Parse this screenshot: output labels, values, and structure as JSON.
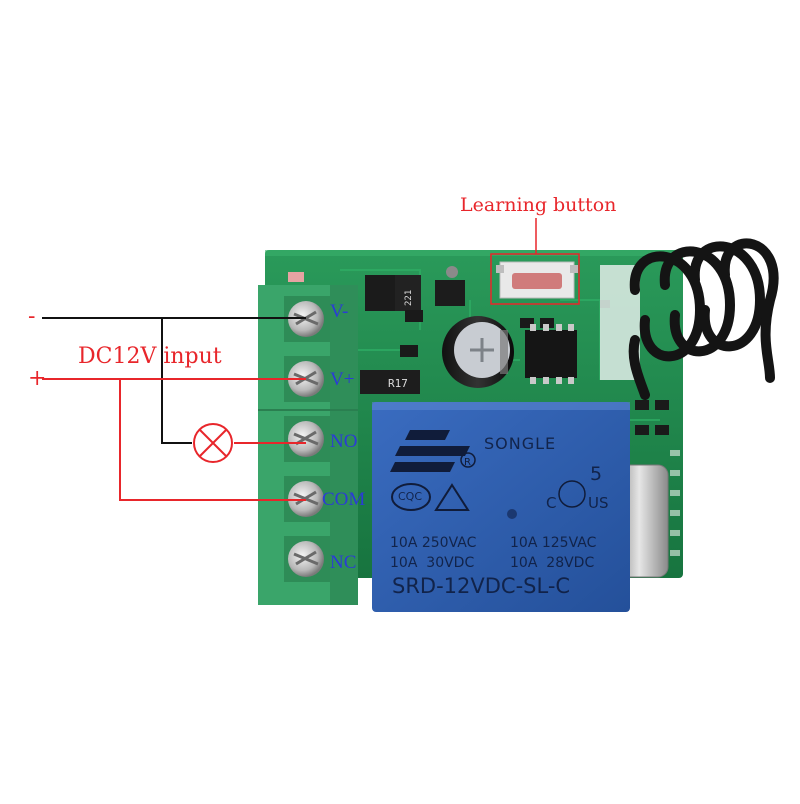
{
  "annotations": {
    "learning_button": "Learning button",
    "input": "DC12V input",
    "minus": "-",
    "plus": "+"
  },
  "terminals": [
    "V-",
    "V+",
    "NO",
    "COM",
    "NC"
  ],
  "relay": {
    "brand": "SONGLE",
    "rating_number": "5",
    "mark_us": "US",
    "mark_c": "C",
    "cqc": "CQC",
    "rating_ac_1": "10A 250VAC",
    "rating_ac_2": "10A 125VAC",
    "rating_dc_1": "10A  30VDC",
    "rating_dc_2": "10A  28VDC",
    "model": "SRD-12VDC-SL-C"
  },
  "board_marks": {
    "r1": "221",
    "r2": "R17"
  },
  "colors": {
    "pcb": "#1e8a4c",
    "terminal_block": "#3aa56a",
    "relay": "#2f5fb0",
    "wire_red": "#e8262b",
    "wire_black": "#111111",
    "label_blue": "#2b3bd6"
  }
}
